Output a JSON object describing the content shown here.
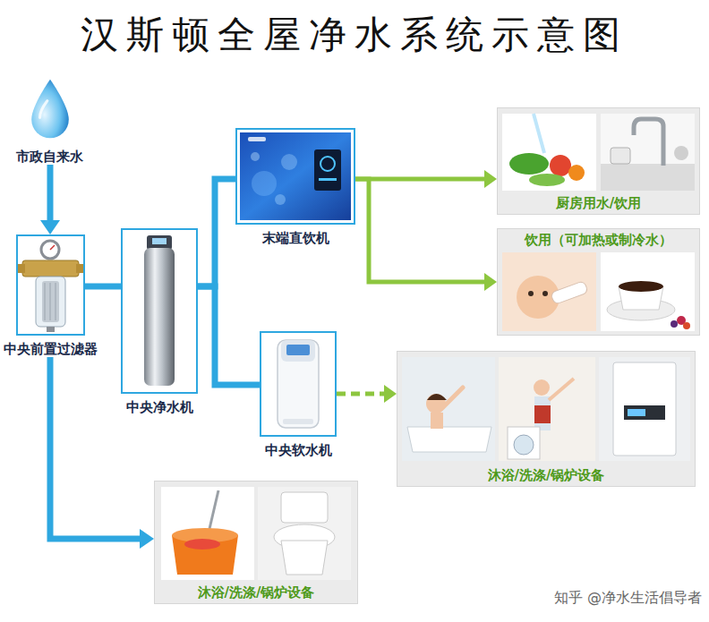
{
  "diagram": {
    "title": "汉斯顿全屋净水系统示意图",
    "nodes": [
      {
        "text": [
          "市政自来水"
        ]
      },
      {
        "text": [
          "中央前置过滤器"
        ]
      },
      {
        "text": [
          "中央净水机"
        ]
      },
      {
        "text": [
          "末端直饮机"
        ]
      },
      {
        "text": [
          "中央软水机"
        ]
      },
      {
        "text": [
          "厨房用水/饮用"
        ]
      },
      {
        "text": [
          "饮用（可加热或制冷水）"
        ]
      },
      {
        "text": [
          "沐浴/洗涤/锅炉设备"
        ]
      },
      {
        "text": [
          "沐浴/洗涤/锅炉设备"
        ]
      }
    ],
    "edges": [
      {
        "from": 0,
        "to": 1,
        "arrow": "to"
      },
      {
        "from": 1,
        "to": 2,
        "arrow": "none"
      },
      {
        "from": 2,
        "to": 3,
        "arrow": "none"
      },
      {
        "from": 2,
        "to": 4,
        "arrow": "none"
      },
      {
        "from": 3,
        "to": 5,
        "arrow": "to"
      },
      {
        "from": 3,
        "to": 6,
        "arrow": "to"
      },
      {
        "from": 4,
        "to": 7,
        "arrow": "to"
      },
      {
        "from": 1,
        "to": 8,
        "arrow": "to"
      }
    ],
    "labels": [
      "知乎 @净水生活倡导者"
    ]
  }
}
